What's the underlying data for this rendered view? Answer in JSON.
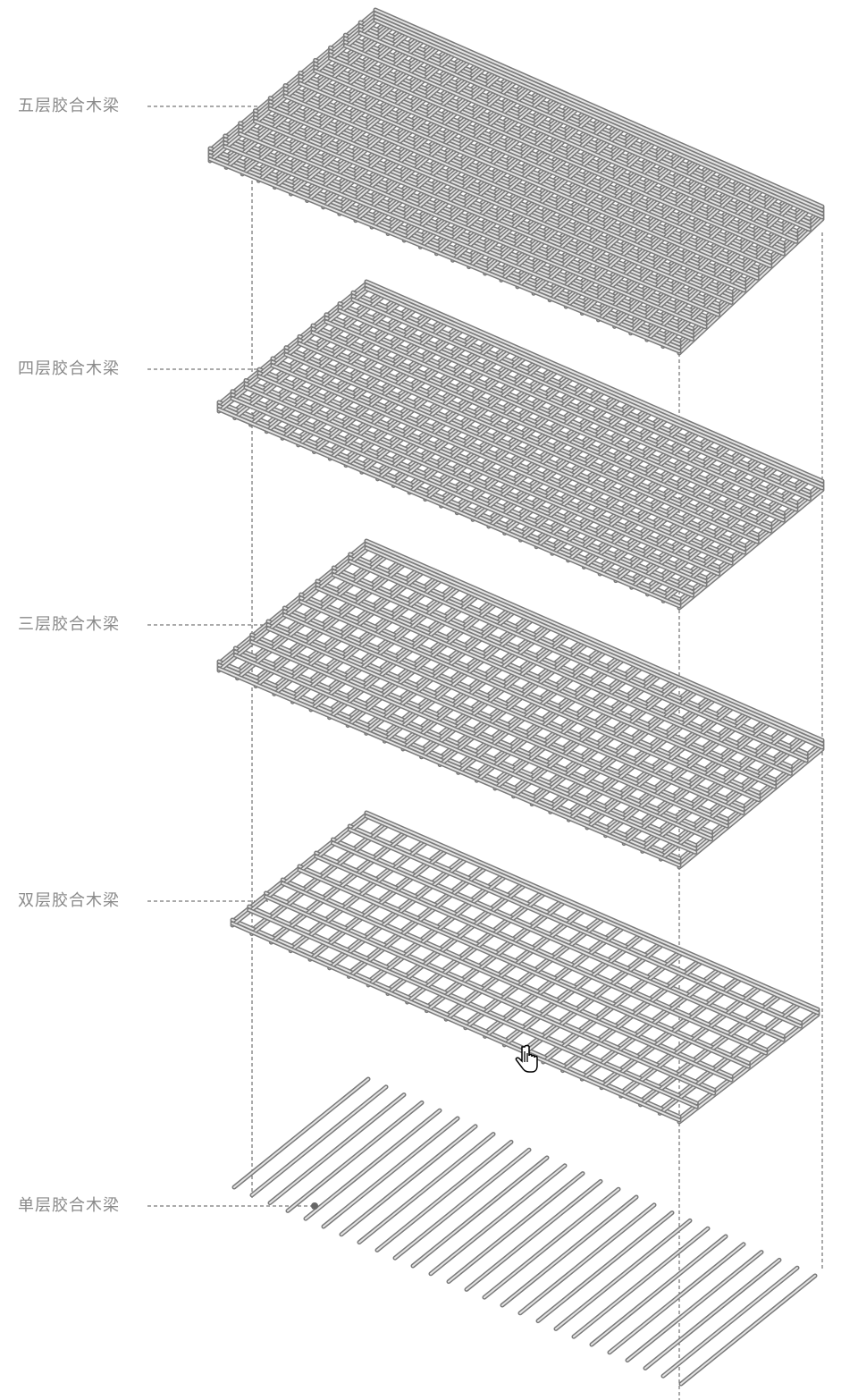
{
  "diagram": {
    "layers": [
      {
        "label": "五层胶合木梁",
        "layer_count": 5
      },
      {
        "label": "四层胶合木梁",
        "layer_count": 4
      },
      {
        "label": "三层胶合木梁",
        "layer_count": 3
      },
      {
        "label": "双层胶合木梁",
        "layer_count": 2
      },
      {
        "label": "单层胶合木梁",
        "layer_count": 1
      }
    ],
    "cursor_icon": "hand-pointer-icon"
  }
}
